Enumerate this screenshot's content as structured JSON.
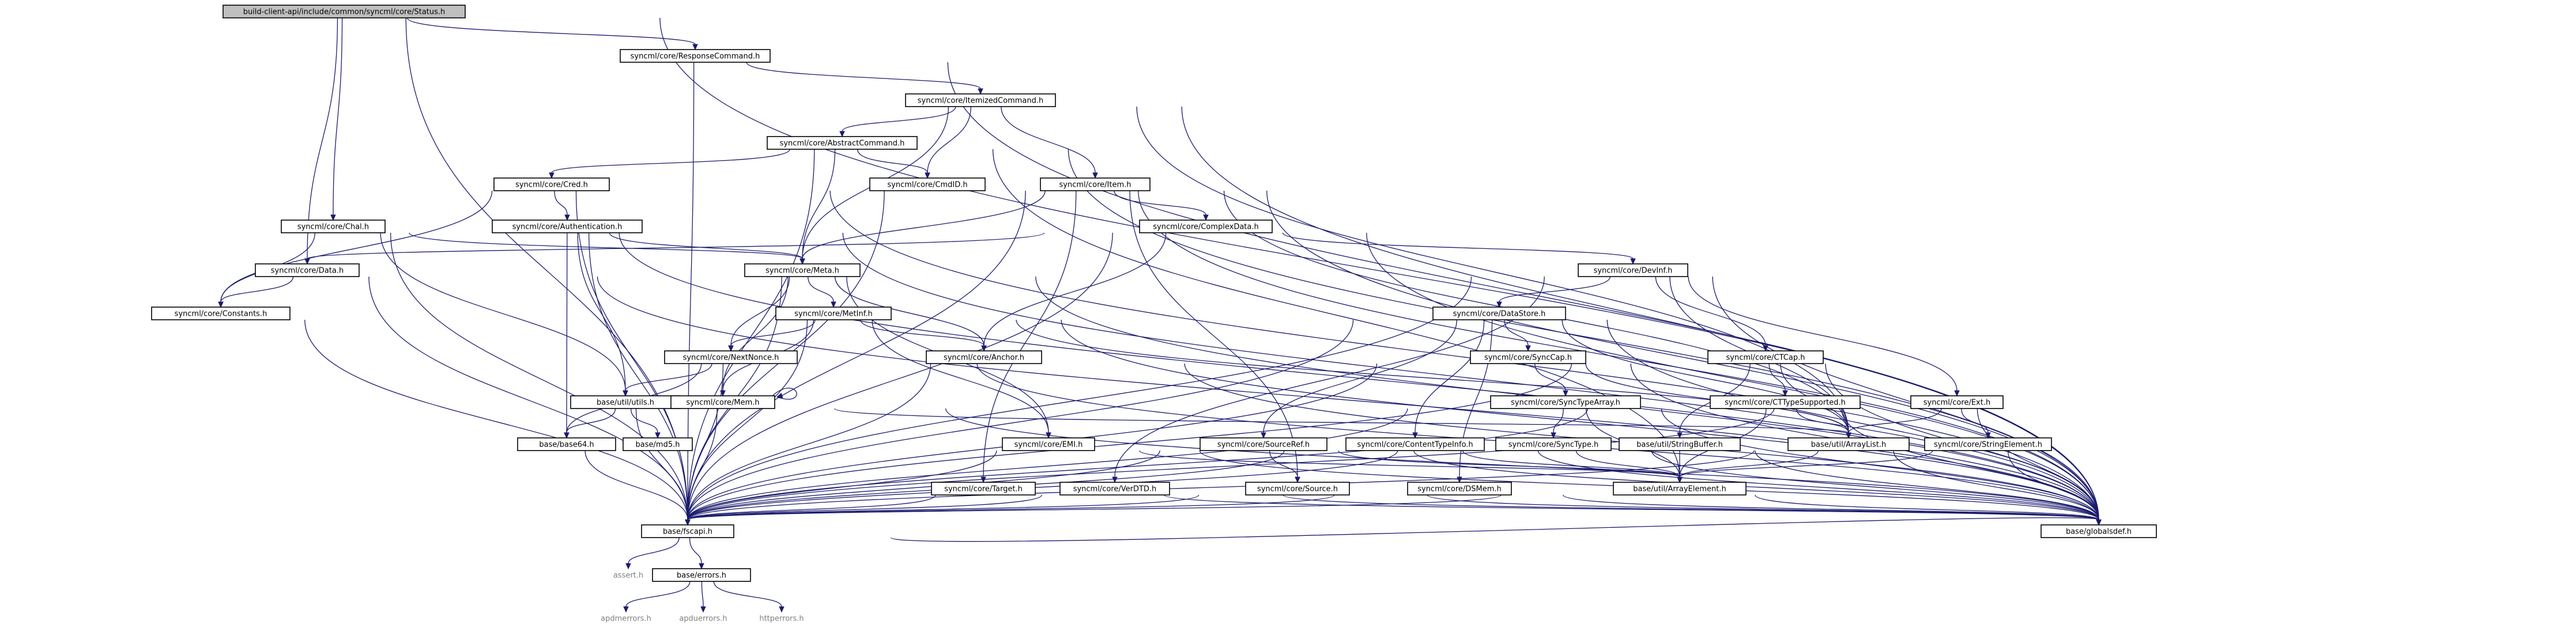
{
  "graph": {
    "title": "",
    "colors": {
      "edge": "#1b1b6e",
      "root_fill": "#bfbfbf",
      "node_fill": "#ffffff",
      "external_text": "#7f7f7f"
    },
    "nodes": [
      {
        "id": "status",
        "label": "build-client-api/include/common/syncml/core/Status.h",
        "kind": "root"
      },
      {
        "id": "respcmd",
        "label": "syncml/core/ResponseCommand.h",
        "kind": "file"
      },
      {
        "id": "itemcmd",
        "label": "syncml/core/ItemizedCommand.h",
        "kind": "file"
      },
      {
        "id": "abscmd",
        "label": "syncml/core/AbstractCommand.h",
        "kind": "file"
      },
      {
        "id": "cred",
        "label": "syncml/core/Cred.h",
        "kind": "file"
      },
      {
        "id": "cmdid",
        "label": "syncml/core/CmdID.h",
        "kind": "file"
      },
      {
        "id": "item",
        "label": "syncml/core/Item.h",
        "kind": "file"
      },
      {
        "id": "chal",
        "label": "syncml/core/Chal.h",
        "kind": "file"
      },
      {
        "id": "auth",
        "label": "syncml/core/Authentication.h",
        "kind": "file"
      },
      {
        "id": "complex",
        "label": "syncml/core/ComplexData.h",
        "kind": "file"
      },
      {
        "id": "data",
        "label": "syncml/core/Data.h",
        "kind": "file"
      },
      {
        "id": "meta",
        "label": "syncml/core/Meta.h",
        "kind": "file"
      },
      {
        "id": "devinf",
        "label": "syncml/core/DevInf.h",
        "kind": "file"
      },
      {
        "id": "constants",
        "label": "syncml/core/Constants.h",
        "kind": "file"
      },
      {
        "id": "metinf",
        "label": "syncml/core/MetInf.h",
        "kind": "file"
      },
      {
        "id": "datastore",
        "label": "syncml/core/DataStore.h",
        "kind": "file"
      },
      {
        "id": "nextnonce",
        "label": "syncml/core/NextNonce.h",
        "kind": "file"
      },
      {
        "id": "anchor",
        "label": "syncml/core/Anchor.h",
        "kind": "file"
      },
      {
        "id": "synccap",
        "label": "syncml/core/SyncCap.h",
        "kind": "file"
      },
      {
        "id": "ctcap",
        "label": "syncml/core/CTCap.h",
        "kind": "file"
      },
      {
        "id": "utils",
        "label": "base/util/utils.h",
        "kind": "file"
      },
      {
        "id": "mem",
        "label": "syncml/core/Mem.h",
        "kind": "file"
      },
      {
        "id": "synctypearray",
        "label": "syncml/core/SyncTypeArray.h",
        "kind": "file"
      },
      {
        "id": "ctsupp",
        "label": "syncml/core/CTTypeSupported.h",
        "kind": "file"
      },
      {
        "id": "ext",
        "label": "syncml/core/Ext.h",
        "kind": "file"
      },
      {
        "id": "base64",
        "label": "base/base64.h",
        "kind": "file"
      },
      {
        "id": "md5",
        "label": "base/md5.h",
        "kind": "file"
      },
      {
        "id": "emi",
        "label": "syncml/core/EMI.h",
        "kind": "file"
      },
      {
        "id": "sourceref",
        "label": "syncml/core/SourceRef.h",
        "kind": "file"
      },
      {
        "id": "ctinfo",
        "label": "syncml/core/ContentTypeInfo.h",
        "kind": "file"
      },
      {
        "id": "synctype",
        "label": "syncml/core/SyncType.h",
        "kind": "file"
      },
      {
        "id": "strbuf",
        "label": "base/util/StringBuffer.h",
        "kind": "file"
      },
      {
        "id": "arraylist",
        "label": "base/util/ArrayList.h",
        "kind": "file"
      },
      {
        "id": "strelem",
        "label": "syncml/core/StringElement.h",
        "kind": "file"
      },
      {
        "id": "target",
        "label": "syncml/core/Target.h",
        "kind": "file"
      },
      {
        "id": "verdtd",
        "label": "syncml/core/VerDTD.h",
        "kind": "file"
      },
      {
        "id": "source",
        "label": "syncml/core/Source.h",
        "kind": "file"
      },
      {
        "id": "dsmem",
        "label": "syncml/core/DSMem.h",
        "kind": "file"
      },
      {
        "id": "arrayelem",
        "label": "base/util/ArrayElement.h",
        "kind": "file"
      },
      {
        "id": "fscapi",
        "label": "base/fscapi.h",
        "kind": "file"
      },
      {
        "id": "globaldef",
        "label": "base/globalsdef.h",
        "kind": "file"
      },
      {
        "id": "assert",
        "label": "assert.h",
        "kind": "external"
      },
      {
        "id": "errors",
        "label": "base/errors.h",
        "kind": "file"
      },
      {
        "id": "apdm",
        "label": "apdmerrors.h",
        "kind": "external"
      },
      {
        "id": "apdu",
        "label": "apduerrors.h",
        "kind": "external"
      },
      {
        "id": "http",
        "label": "httperrors.h",
        "kind": "external"
      }
    ],
    "edges": [
      [
        "status",
        "respcmd"
      ],
      [
        "status",
        "chal"
      ],
      [
        "status",
        "data"
      ],
      [
        "status",
        "fscapi"
      ],
      [
        "status",
        "globaldef"
      ],
      [
        "respcmd",
        "itemcmd"
      ],
      [
        "respcmd",
        "fscapi"
      ],
      [
        "respcmd",
        "globaldef"
      ],
      [
        "itemcmd",
        "abscmd"
      ],
      [
        "itemcmd",
        "cmdid"
      ],
      [
        "itemcmd",
        "item"
      ],
      [
        "itemcmd",
        "meta"
      ],
      [
        "itemcmd",
        "arraylist"
      ],
      [
        "itemcmd",
        "globaldef"
      ],
      [
        "abscmd",
        "cred"
      ],
      [
        "abscmd",
        "cmdid"
      ],
      [
        "abscmd",
        "meta"
      ],
      [
        "abscmd",
        "fscapi"
      ],
      [
        "abscmd",
        "arrayelem"
      ],
      [
        "abscmd",
        "globaldef"
      ],
      [
        "cred",
        "auth"
      ],
      [
        "cred",
        "constants"
      ],
      [
        "cred",
        "fscapi"
      ],
      [
        "cred",
        "globaldef"
      ],
      [
        "cmdid",
        "fscapi"
      ],
      [
        "cmdid",
        "globaldef"
      ],
      [
        "item",
        "complex"
      ],
      [
        "item",
        "meta"
      ],
      [
        "item",
        "source"
      ],
      [
        "item",
        "target"
      ],
      [
        "item",
        "fscapi"
      ],
      [
        "item",
        "arraylist"
      ],
      [
        "item",
        "globaldef"
      ],
      [
        "chal",
        "constants"
      ],
      [
        "chal",
        "meta"
      ],
      [
        "chal",
        "utils"
      ],
      [
        "chal",
        "fscapi"
      ],
      [
        "chal",
        "globaldef"
      ],
      [
        "auth",
        "meta"
      ],
      [
        "auth",
        "base64"
      ],
      [
        "auth",
        "utils"
      ],
      [
        "auth",
        "fscapi"
      ],
      [
        "auth",
        "globaldef"
      ],
      [
        "complex",
        "data"
      ],
      [
        "complex",
        "devinf"
      ],
      [
        "complex",
        "anchor"
      ],
      [
        "complex",
        "fscapi"
      ],
      [
        "complex",
        "globaldef"
      ],
      [
        "data",
        "constants"
      ],
      [
        "data",
        "fscapi"
      ],
      [
        "data",
        "globaldef"
      ],
      [
        "meta",
        "metinf"
      ],
      [
        "meta",
        "anchor"
      ],
      [
        "meta",
        "nextnonce"
      ],
      [
        "meta",
        "mem"
      ],
      [
        "meta",
        "emi"
      ],
      [
        "meta",
        "fscapi"
      ],
      [
        "meta",
        "globaldef"
      ],
      [
        "devinf",
        "datastore"
      ],
      [
        "devinf",
        "ctcap"
      ],
      [
        "devinf",
        "ext"
      ],
      [
        "devinf",
        "verdtd"
      ],
      [
        "devinf",
        "arraylist"
      ],
      [
        "devinf",
        "fscapi"
      ],
      [
        "devinf",
        "globaldef"
      ],
      [
        "constants",
        "fscapi"
      ],
      [
        "metinf",
        "anchor"
      ],
      [
        "metinf",
        "nextnonce"
      ],
      [
        "metinf",
        "mem"
      ],
      [
        "metinf",
        "emi"
      ],
      [
        "metinf",
        "arraylist"
      ],
      [
        "metinf",
        "fscapi"
      ],
      [
        "metinf",
        "globaldef"
      ],
      [
        "datastore",
        "synccap"
      ],
      [
        "datastore",
        "sourceref"
      ],
      [
        "datastore",
        "ctinfo"
      ],
      [
        "datastore",
        "dsmem"
      ],
      [
        "datastore",
        "arraylist"
      ],
      [
        "datastore",
        "fscapi"
      ],
      [
        "datastore",
        "globaldef"
      ],
      [
        "nextnonce",
        "utils"
      ],
      [
        "nextnonce",
        "base64"
      ],
      [
        "nextnonce",
        "fscapi"
      ],
      [
        "nextnonce",
        "globaldef"
      ],
      [
        "anchor",
        "fscapi"
      ],
      [
        "anchor",
        "globaldef"
      ],
      [
        "synccap",
        "synctypearray"
      ],
      [
        "synccap",
        "arraylist"
      ],
      [
        "synccap",
        "fscapi"
      ],
      [
        "synccap",
        "globaldef"
      ],
      [
        "ctcap",
        "ctsupp"
      ],
      [
        "ctcap",
        "arraylist"
      ],
      [
        "ctcap",
        "strbuf"
      ],
      [
        "ctcap",
        "fscapi"
      ],
      [
        "ctcap",
        "globaldef"
      ],
      [
        "utils",
        "base64"
      ],
      [
        "utils",
        "md5"
      ],
      [
        "utils",
        "arraylist"
      ],
      [
        "utils",
        "fscapi"
      ],
      [
        "mem",
        "mem"
      ],
      [
        "mem",
        "fscapi"
      ],
      [
        "mem",
        "globaldef"
      ],
      [
        "synctypearray",
        "synctype"
      ],
      [
        "synctypearray",
        "arrayelem"
      ],
      [
        "synctypearray",
        "fscapi"
      ],
      [
        "synctypearray",
        "globaldef"
      ],
      [
        "ctsupp",
        "arraylist"
      ],
      [
        "ctsupp",
        "arrayelem"
      ],
      [
        "ctsupp",
        "fscapi"
      ],
      [
        "ctsupp",
        "globaldef"
      ],
      [
        "ext",
        "strelem"
      ],
      [
        "ext",
        "arraylist"
      ],
      [
        "ext",
        "fscapi"
      ],
      [
        "ext",
        "globaldef"
      ],
      [
        "base64",
        "fscapi"
      ],
      [
        "emi",
        "arrayelem"
      ],
      [
        "emi",
        "fscapi"
      ],
      [
        "emi",
        "globaldef"
      ],
      [
        "sourceref",
        "source"
      ],
      [
        "sourceref",
        "arrayelem"
      ],
      [
        "sourceref",
        "fscapi"
      ],
      [
        "sourceref",
        "globaldef"
      ],
      [
        "ctinfo",
        "arrayelem"
      ],
      [
        "ctinfo",
        "fscapi"
      ],
      [
        "ctinfo",
        "globaldef"
      ],
      [
        "synctype",
        "arrayelem"
      ],
      [
        "synctype",
        "fscapi"
      ],
      [
        "synctype",
        "globaldef"
      ],
      [
        "strbuf",
        "arrayelem"
      ],
      [
        "strbuf",
        "globaldef"
      ],
      [
        "arraylist",
        "arrayelem"
      ],
      [
        "arraylist",
        "globaldef"
      ],
      [
        "strelem",
        "arrayelem"
      ],
      [
        "strelem",
        "fscapi"
      ],
      [
        "strelem",
        "globaldef"
      ],
      [
        "target",
        "fscapi"
      ],
      [
        "target",
        "globaldef"
      ],
      [
        "verdtd",
        "fscapi"
      ],
      [
        "verdtd",
        "globaldef"
      ],
      [
        "source",
        "fscapi"
      ],
      [
        "source",
        "globaldef"
      ],
      [
        "dsmem",
        "fscapi"
      ],
      [
        "dsmem",
        "globaldef"
      ],
      [
        "arrayelem",
        "fscapi"
      ],
      [
        "arrayelem",
        "globaldef"
      ],
      [
        "fscapi",
        "assert"
      ],
      [
        "fscapi",
        "errors"
      ],
      [
        "fscapi",
        "globaldef"
      ],
      [
        "errors",
        "apdm"
      ],
      [
        "errors",
        "apdu"
      ],
      [
        "errors",
        "http"
      ]
    ]
  }
}
